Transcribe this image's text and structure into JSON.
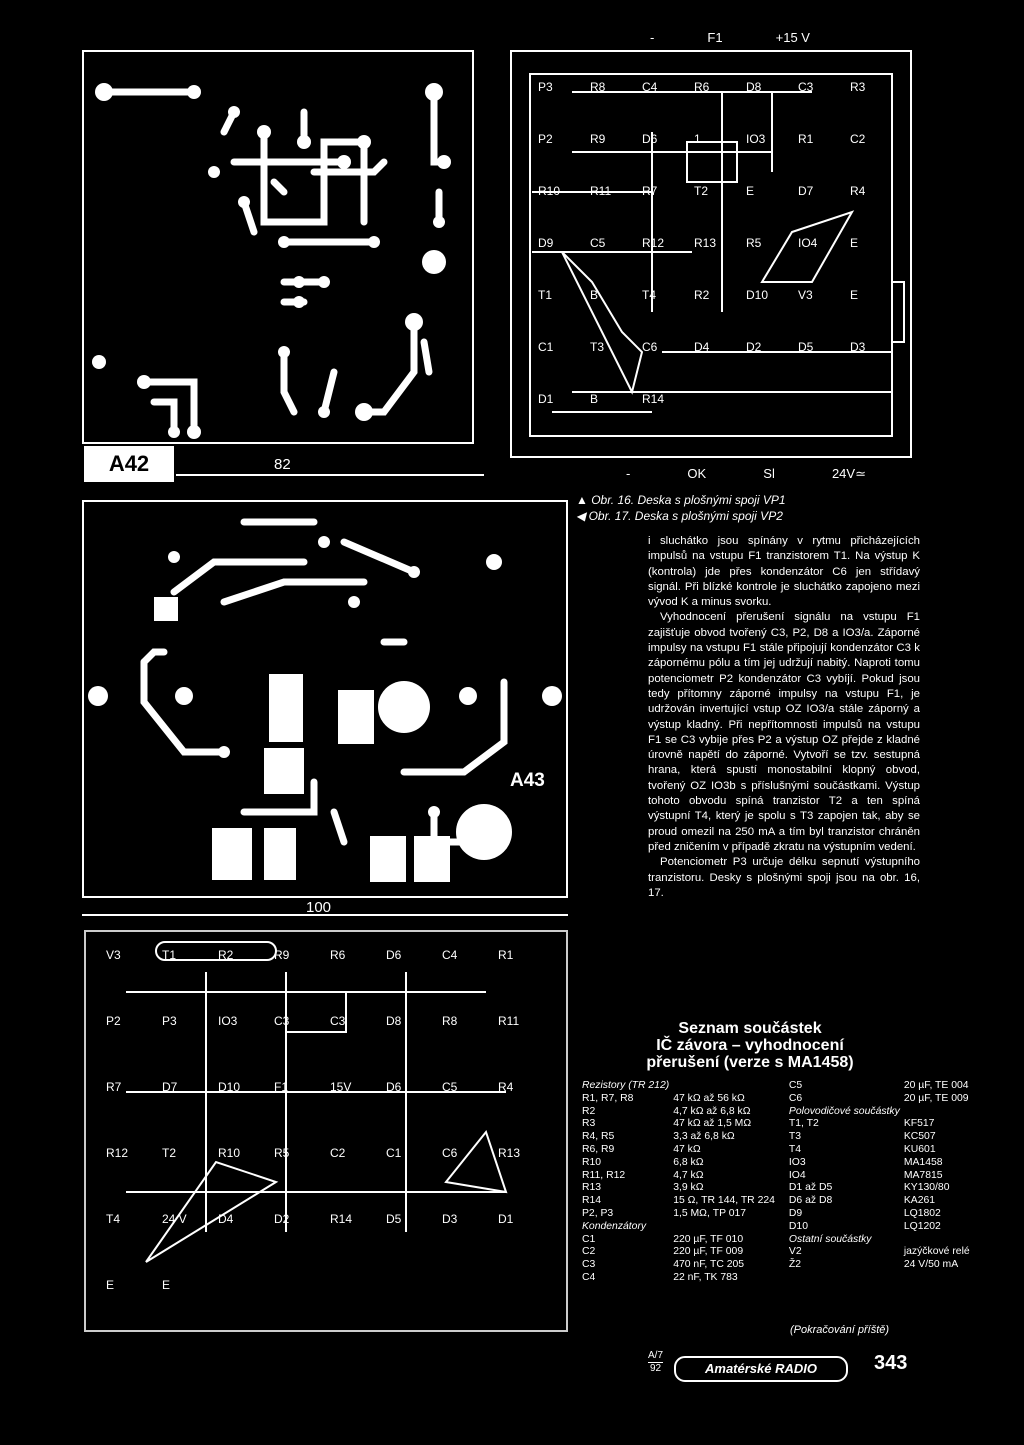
{
  "figures": {
    "a42": {
      "label": "A42",
      "dimension": "82"
    },
    "a43": {
      "label": "A43",
      "dimension": "100"
    },
    "schematic1": {
      "top_labels": [
        "-",
        "F1",
        "+15 V"
      ],
      "bottom_labels": [
        "-",
        "OK",
        "Sl",
        "24V≃"
      ],
      "parts": [
        "P3",
        "R8",
        "C4",
        "R6",
        "D8",
        "C3",
        "R3",
        "P2",
        "R9",
        "D6",
        "1",
        "IO3",
        "R1",
        "C2",
        "R10",
        "R11",
        "R7",
        "T2",
        "E",
        "D7",
        "R4",
        "D9",
        "C5",
        "R12",
        "R13",
        "R5",
        "IO4",
        "E",
        "T1",
        "B",
        "T4",
        "R2",
        "D10",
        "V3",
        "E",
        "C1",
        "T3",
        "C6",
        "D4",
        "D2",
        "D5",
        "D3",
        "D1",
        "B",
        "R14"
      ]
    },
    "schematic2": {
      "parts": [
        "V3",
        "T1",
        "R2",
        "R9",
        "R6",
        "D6",
        "C4",
        "R1",
        "P2",
        "P3",
        "IO3",
        "C3",
        "C3",
        "D8",
        "R8",
        "R11",
        "R7",
        "D7",
        "D10",
        "F1",
        "15V",
        "D6",
        "C5",
        "R4",
        "R12",
        "T2",
        "R10",
        "R5",
        "C2",
        "C1",
        "C6",
        "R13",
        "T4",
        "24 V",
        "D4",
        "D2",
        "R14",
        "D5",
        "D3",
        "D1",
        "E",
        "E"
      ]
    }
  },
  "captions": {
    "fig16": "Obr. 16. Deska s plošnými spoji VP1",
    "fig17": "Obr. 17. Deska s plošnými spoji VP2"
  },
  "body_paragraphs": [
    "i sluchátko jsou spínány v rytmu přicházejících impulsů na vstupu F1 tranzistorem T1. Na výstup K (kontrola) jde přes kondenzátor C6 jen střídavý signál. Při blízké kontrole je sluchátko zapojeno mezi vývod K a minus svorku.",
    "Vyhodnocení přerušení signálu na vstupu F1 zajišťuje obvod tvořený C3, P2, D8 a IO3/a. Záporné impulsy na vstupu F1 stále připojují kondenzátor C3 k zápornému pólu a tím jej udržují nabitý. Naproti tomu potenciometr P2 kondenzátor C3 vybíjí. Pokud jsou tedy přítomny záporné impulsy na vstupu F1, je udržován invertující vstup OZ IO3/a stále záporný a výstup kladný. Při nepřítomnosti impulsů na vstupu F1 se C3 vybije přes P2 a výstup OZ přejde z kladné úrovně napětí do záporné. Vytvoří se tzv. sestupná hrana, která spustí monostabilní klopný obvod, tvořený OZ IO3b s příslušnými součástkami. Výstup tohoto obvodu spíná tranzistor T2 a ten spíná výstupní T4, který je spolu s T3 zapojen tak, aby se proud omezil na 250 mA a tím byl tranzistor chráněn před zničením v případě zkratu na výstupním vedení.",
    "Potenciometr P3 určuje délku sepnutí výstupního tranzistoru. Desky s plošnými spoji jsou na obr. 16, 17."
  ],
  "parts_list": {
    "title_lines": [
      "Seznam součástek",
      "IČ závora – vyhodnocení",
      "přerušení (verze s MA1458)"
    ],
    "rows": [
      [
        "Rezistory (TR 212)",
        "",
        "C5",
        "20 µF, TE 004"
      ],
      [
        "R1, R7, R8",
        "47 kΩ až 56 kΩ",
        "C6",
        "20 µF, TE 009"
      ],
      [
        "R2",
        "4,7 kΩ až 6,8 kΩ",
        "Polovodičové součástky",
        ""
      ],
      [
        "R3",
        "47 kΩ až 1,5 MΩ",
        "T1, T2",
        "KF517"
      ],
      [
        "R4, R5",
        "3,3 až 6,8 kΩ",
        "T3",
        "KC507"
      ],
      [
        "R6, R9",
        "47 kΩ",
        "T4",
        "KU601"
      ],
      [
        "R10",
        "6,8 kΩ",
        "IO3",
        "MA1458"
      ],
      [
        "R11, R12",
        "4,7 kΩ",
        "IO4",
        "MA7815"
      ],
      [
        "R13",
        "3,9 kΩ",
        "D1 až D5",
        "KY130/80"
      ],
      [
        "R14",
        "15 Ω, TR 144, TR 224",
        "D6 až D8",
        "KA261"
      ],
      [
        "P2, P3",
        "1,5 MΩ, TP 017",
        "D9",
        "LQ1802"
      ],
      [
        "Kondenzátory",
        "",
        "D10",
        "LQ1202"
      ],
      [
        "C1",
        "220 µF, TF 010",
        "Ostatní součástky",
        ""
      ],
      [
        "C2",
        "220 µF, TF 009",
        "V2",
        "jazýčkové relé"
      ],
      [
        "C3",
        "470 nF, TC 205",
        "Ž2",
        "24 V/50 mA"
      ],
      [
        "C4",
        "22 nF, TK 783",
        "",
        ""
      ]
    ],
    "italic_cells": [
      "Rezistory (TR 212)",
      "Polovodičové součástky",
      "Kondenzátory",
      "Ostatní součástky"
    ],
    "continuation": "(Pokračování příště)"
  },
  "footer": {
    "issue": "A/7",
    "year": "92",
    "magazine": "Amatérské RADIO",
    "page": "343"
  }
}
